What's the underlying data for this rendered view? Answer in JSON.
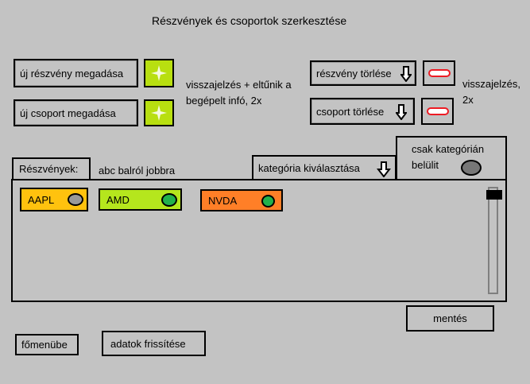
{
  "title": "Részvények és csoportok szerkesztése",
  "actions": {
    "new_stock": "új részvény megadása",
    "new_group": "új csoport megadása",
    "add_note": "visszajelzés + eltűnik a begépelt infó, 2x",
    "delete_stock": "részvény törlése",
    "delete_group": "csoport törlése",
    "delete_note": "visszajelzés, 2x"
  },
  "stocks_panel": {
    "label": "Részvények:",
    "sort_note": "abc balról jobbra",
    "category_select": "kategória kiválasztása",
    "only_in_category": "csak kategórián belülit",
    "items": [
      {
        "name": "AAPL",
        "color": "#ffc20e",
        "dot": "#999999"
      },
      {
        "name": "AMD",
        "color": "#b5e61d",
        "dot": "#22b14c"
      },
      {
        "name": "NVDA",
        "color": "#ff7f27",
        "dot": "#22b14c"
      }
    ]
  },
  "footer": {
    "save": "mentés",
    "main_menu": "főmenübe",
    "refresh": "adatok frissítése"
  },
  "colors": {
    "background": "#c3c3c3",
    "add_button": "#b8df10",
    "remove_button": "#ed1c24"
  },
  "icons": {
    "add": "plus-icon",
    "remove": "minus-icon",
    "dropdown": "arrow-down-icon"
  }
}
